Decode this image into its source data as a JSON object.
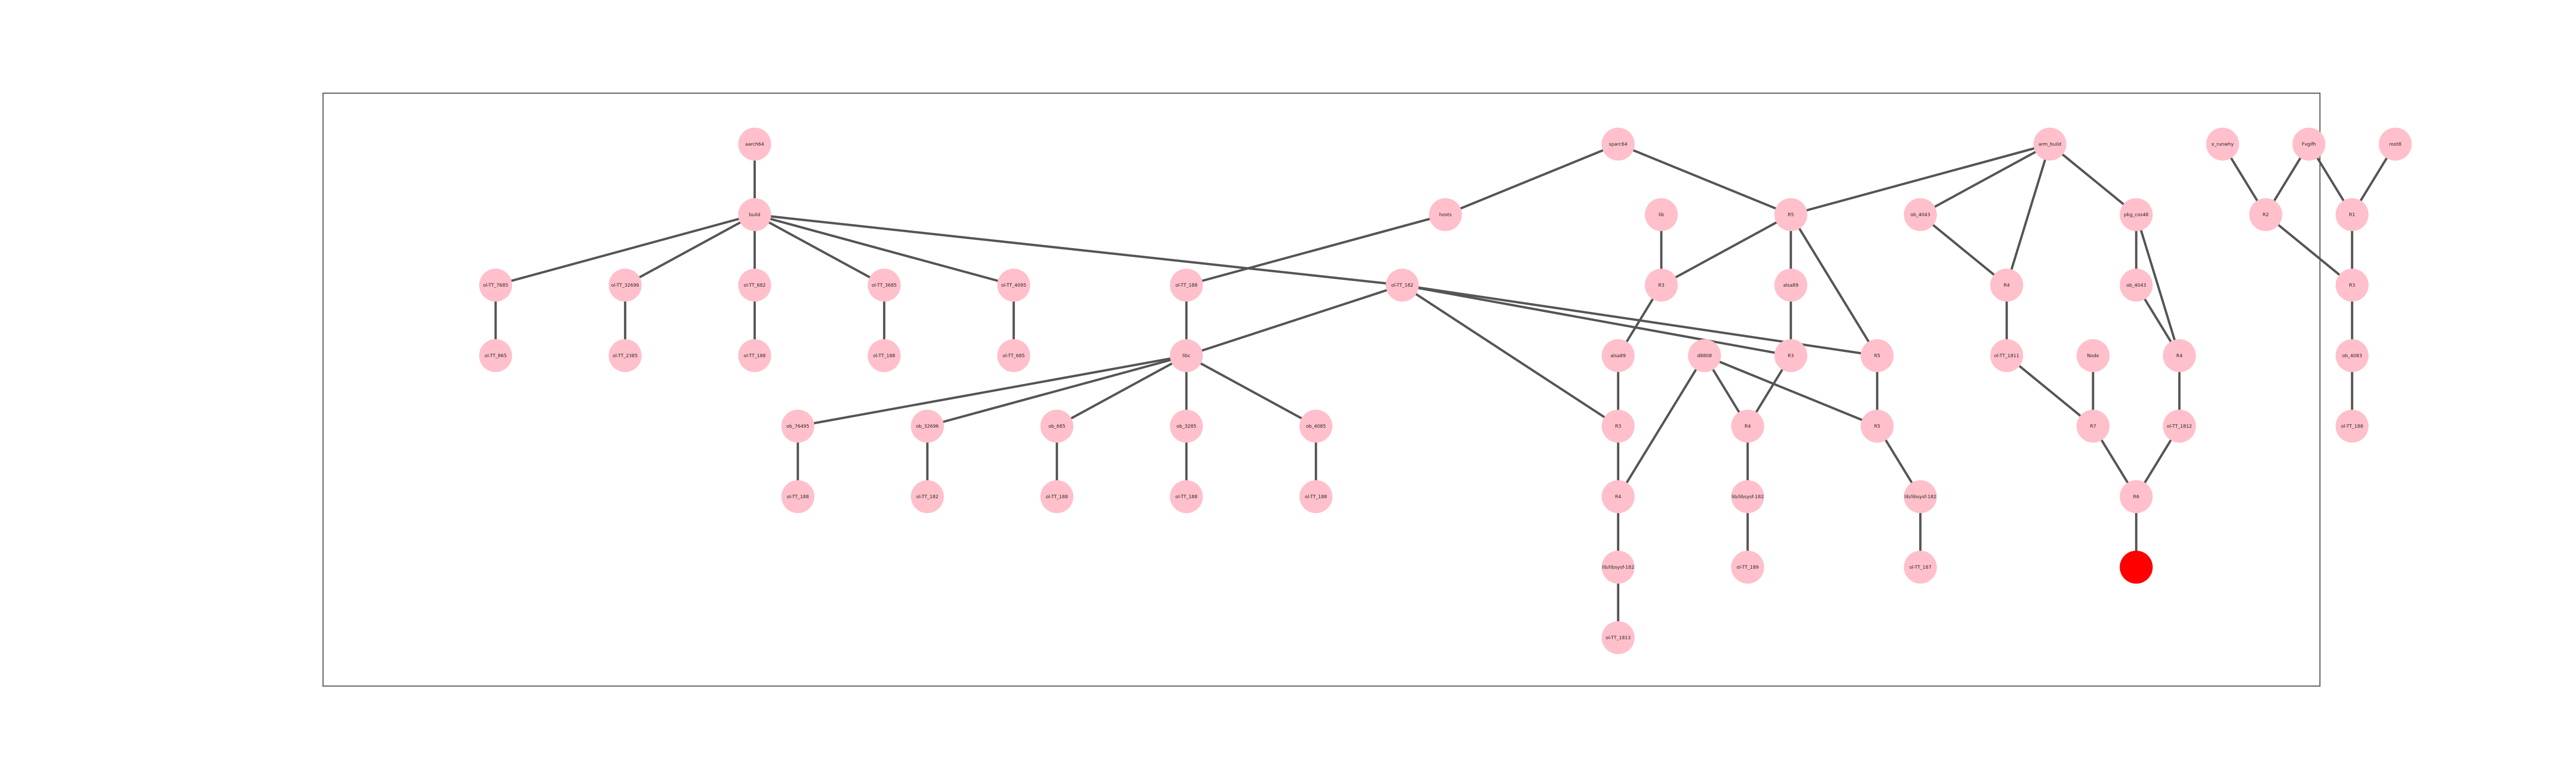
{
  "diagram": {
    "node_color": "#ffc0cb",
    "highlight_color": "#ff0000",
    "edge_color": "#555555",
    "nodes": [
      {
        "id": "n1",
        "label": "aarch64",
        "row": 0,
        "col": 6.0
      },
      {
        "id": "n2",
        "label": "sparc64",
        "row": 0,
        "col": 16.0
      },
      {
        "id": "n3",
        "label": "arm_build",
        "row": 0,
        "col": 21.0
      },
      {
        "id": "n4",
        "label": "x_runwhy",
        "row": 0,
        "col": 23.0
      },
      {
        "id": "n5",
        "label": "Fvgifh",
        "row": 0,
        "col": 24.0
      },
      {
        "id": "n6",
        "label": "root8",
        "row": 0,
        "col": 25.0
      },
      {
        "id": "n7",
        "label": "build",
        "row": 1,
        "col": 6.0
      },
      {
        "id": "n8",
        "label": "hosts",
        "row": 1,
        "col": 14.0
      },
      {
        "id": "n9",
        "label": "lib",
        "row": 1,
        "col": 16.5
      },
      {
        "id": "n10",
        "label": "R5",
        "row": 1,
        "col": 18.0
      },
      {
        "id": "n11",
        "label": "ob_4043",
        "row": 1,
        "col": 19.5
      },
      {
        "id": "n12",
        "label": "pkg_cos48",
        "row": 1,
        "col": 22.0
      },
      {
        "id": "n13",
        "label": "R2",
        "row": 1,
        "col": 23.5
      },
      {
        "id": "n14",
        "label": "R1",
        "row": 1,
        "col": 24.5
      },
      {
        "id": "n15",
        "label": "ol-TT_7685",
        "row": 2,
        "col": 3.0
      },
      {
        "id": "n16",
        "label": "ol-TT_32696",
        "row": 2,
        "col": 4.5
      },
      {
        "id": "n17",
        "label": "ol-TT_682",
        "row": 2,
        "col": 6.0
      },
      {
        "id": "n18",
        "label": "ol-TT_3685",
        "row": 2,
        "col": 7.5
      },
      {
        "id": "n19",
        "label": "ol-TT_4095",
        "row": 2,
        "col": 9.0
      },
      {
        "id": "n20",
        "label": "ol-TT_188",
        "row": 2,
        "col": 11.0
      },
      {
        "id": "n21",
        "label": "ol-TT_182",
        "row": 2,
        "col": 13.5
      },
      {
        "id": "n22",
        "label": "R3",
        "row": 2,
        "col": 16.5
      },
      {
        "id": "n23",
        "label": "alsa89",
        "row": 2,
        "col": 18.0
      },
      {
        "id": "n24",
        "label": "R4",
        "row": 2,
        "col": 20.5
      },
      {
        "id": "n25",
        "label": "ob_4043",
        "row": 2,
        "col": 22.0
      },
      {
        "id": "n26",
        "label": "R3",
        "row": 2,
        "col": 24.5
      },
      {
        "id": "n27",
        "label": "ol-TT_865",
        "row": 3,
        "col": 3.0
      },
      {
        "id": "n28",
        "label": "ol-TT_2385",
        "row": 3,
        "col": 4.5
      },
      {
        "id": "n29",
        "label": "ol-TT_188",
        "row": 3,
        "col": 6.0
      },
      {
        "id": "n30",
        "label": "ol-TT_188",
        "row": 3,
        "col": 7.5
      },
      {
        "id": "n31",
        "label": "ol-TT_685",
        "row": 3,
        "col": 9.0
      },
      {
        "id": "n32",
        "label": "libc",
        "row": 3,
        "col": 11.0
      },
      {
        "id": "n33",
        "label": "alsa89",
        "row": 3,
        "col": 16.0
      },
      {
        "id": "n34",
        "label": "d8808",
        "row": 3,
        "col": 17.0
      },
      {
        "id": "n35",
        "label": "R3",
        "row": 3,
        "col": 18.0
      },
      {
        "id": "n36",
        "label": "R5",
        "row": 3,
        "col": 19.0
      },
      {
        "id": "n37",
        "label": "ol-TT_1811",
        "row": 3,
        "col": 20.5
      },
      {
        "id": "n38",
        "label": "Node",
        "row": 3,
        "col": 21.5
      },
      {
        "id": "n39",
        "label": "R4",
        "row": 3,
        "col": 22.5
      },
      {
        "id": "n40",
        "label": "ob_4083",
        "row": 3,
        "col": 24.5
      },
      {
        "id": "n41",
        "label": "ob_76495",
        "row": 4,
        "col": 6.5
      },
      {
        "id": "n42",
        "label": "ob_32696",
        "row": 4,
        "col": 8.0
      },
      {
        "id": "n43",
        "label": "ob_685",
        "row": 4,
        "col": 9.5
      },
      {
        "id": "n44",
        "label": "ob_3285",
        "row": 4,
        "col": 11.0
      },
      {
        "id": "n45",
        "label": "ob_4085",
        "row": 4,
        "col": 12.5
      },
      {
        "id": "n46",
        "label": "R3",
        "row": 4,
        "col": 16.0
      },
      {
        "id": "n47",
        "label": "R4",
        "row": 4,
        "col": 17.5
      },
      {
        "id": "n48",
        "label": "R5",
        "row": 4,
        "col": 19.0
      },
      {
        "id": "n49",
        "label": "R7",
        "row": 4,
        "col": 21.5
      },
      {
        "id": "n50",
        "label": "ol-TT_1812",
        "row": 4,
        "col": 22.5
      },
      {
        "id": "n51",
        "label": "ol-TT_188",
        "row": 4,
        "col": 24.5
      },
      {
        "id": "n52",
        "label": "ol-TT_188",
        "row": 5,
        "col": 6.5
      },
      {
        "id": "n53",
        "label": "ol-TT_182",
        "row": 5,
        "col": 8.0
      },
      {
        "id": "n54",
        "label": "ol-TT_188",
        "row": 5,
        "col": 9.5
      },
      {
        "id": "n55",
        "label": "ol-TT_188",
        "row": 5,
        "col": 11.0
      },
      {
        "id": "n56",
        "label": "ol-TT_188",
        "row": 5,
        "col": 12.5
      },
      {
        "id": "n57",
        "label": "R4",
        "row": 5,
        "col": 16.0
      },
      {
        "id": "n58",
        "label": "lib/libsysf-182",
        "row": 5,
        "col": 17.5
      },
      {
        "id": "n59",
        "label": "lib/libsysf-182",
        "row": 5,
        "col": 19.5
      },
      {
        "id": "n60",
        "label": "R6",
        "row": 5,
        "col": 22.0
      },
      {
        "id": "n61",
        "label": "lib/libsysf-182",
        "row": 6,
        "col": 16.0
      },
      {
        "id": "n62",
        "label": "ol-TT_189",
        "row": 6,
        "col": 17.5
      },
      {
        "id": "n63",
        "label": "ol-TT_187",
        "row": 6,
        "col": 19.5
      },
      {
        "id": "n64",
        "label": "",
        "row": 6,
        "col": 22.0,
        "highlight": true
      },
      {
        "id": "n65",
        "label": "ol-TT_1813",
        "row": 7,
        "col": 16.0
      }
    ],
    "edges": [
      [
        "n1",
        "n7"
      ],
      [
        "n7",
        "n15"
      ],
      [
        "n7",
        "n16"
      ],
      [
        "n7",
        "n17"
      ],
      [
        "n7",
        "n18"
      ],
      [
        "n7",
        "n19"
      ],
      [
        "n7",
        "n21"
      ],
      [
        "n15",
        "n27"
      ],
      [
        "n16",
        "n28"
      ],
      [
        "n17",
        "n29"
      ],
      [
        "n18",
        "n30"
      ],
      [
        "n19",
        "n31"
      ],
      [
        "n2",
        "n8"
      ],
      [
        "n2",
        "n10"
      ],
      [
        "n8",
        "n20"
      ],
      [
        "n20",
        "n32"
      ],
      [
        "n21",
        "n32"
      ],
      [
        "n21",
        "n36"
      ],
      [
        "n21",
        "n46"
      ],
      [
        "n21",
        "n35"
      ],
      [
        "n32",
        "n41"
      ],
      [
        "n32",
        "n42"
      ],
      [
        "n32",
        "n43"
      ],
      [
        "n32",
        "n44"
      ],
      [
        "n32",
        "n45"
      ],
      [
        "n41",
        "n52"
      ],
      [
        "n42",
        "n53"
      ],
      [
        "n43",
        "n54"
      ],
      [
        "n44",
        "n55"
      ],
      [
        "n45",
        "n56"
      ],
      [
        "n9",
        "n22"
      ],
      [
        "n22",
        "n33"
      ],
      [
        "n22",
        "n10"
      ],
      [
        "n33",
        "n46"
      ],
      [
        "n46",
        "n57"
      ],
      [
        "n57",
        "n61"
      ],
      [
        "n61",
        "n65"
      ],
      [
        "n34",
        "n57"
      ],
      [
        "n34",
        "n47"
      ],
      [
        "n34",
        "n48"
      ],
      [
        "n10",
        "n23"
      ],
      [
        "n10",
        "n36"
      ],
      [
        "n23",
        "n35"
      ],
      [
        "n35",
        "n47"
      ],
      [
        "n47",
        "n58"
      ],
      [
        "n58",
        "n62"
      ],
      [
        "n36",
        "n48"
      ],
      [
        "n48",
        "n59"
      ],
      [
        "n59",
        "n63"
      ],
      [
        "n3",
        "n10"
      ],
      [
        "n3",
        "n11"
      ],
      [
        "n3",
        "n24"
      ],
      [
        "n3",
        "n12"
      ],
      [
        "n11",
        "n24"
      ],
      [
        "n24",
        "n37"
      ],
      [
        "n37",
        "n49"
      ],
      [
        "n12",
        "n25"
      ],
      [
        "n12",
        "n39"
      ],
      [
        "n25",
        "n39"
      ],
      [
        "n38",
        "n49"
      ],
      [
        "n49",
        "n60"
      ],
      [
        "n39",
        "n50"
      ],
      [
        "n50",
        "n60"
      ],
      [
        "n60",
        "n64"
      ],
      [
        "n4",
        "n13"
      ],
      [
        "n5",
        "n13"
      ],
      [
        "n5",
        "n14"
      ],
      [
        "n6",
        "n14"
      ],
      [
        "n13",
        "n26"
      ],
      [
        "n14",
        "n26"
      ],
      [
        "n26",
        "n40"
      ],
      [
        "n40",
        "n51"
      ]
    ]
  }
}
